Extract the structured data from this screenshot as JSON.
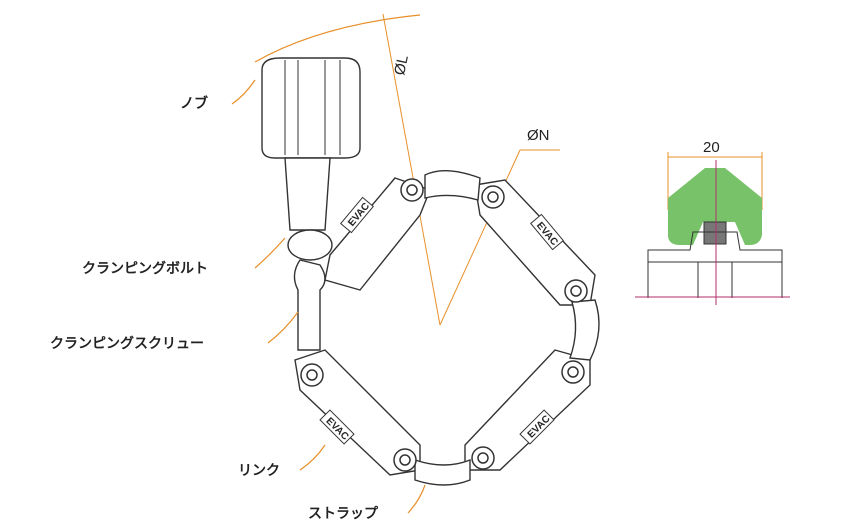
{
  "labels": {
    "knob": "ノブ",
    "clamping_bolt": "クランピングボルト",
    "clamping_screw": "クランピングスクリュー",
    "link": "リンク",
    "strap": "ストラップ"
  },
  "dimensions": {
    "outer_diameter": "ØL",
    "inner_diameter": "ØN",
    "width": "20"
  },
  "link_mark": "EVAC",
  "colors": {
    "leader": "#e8902a",
    "seal": "#78c36a",
    "center_line": "#b0306a"
  }
}
